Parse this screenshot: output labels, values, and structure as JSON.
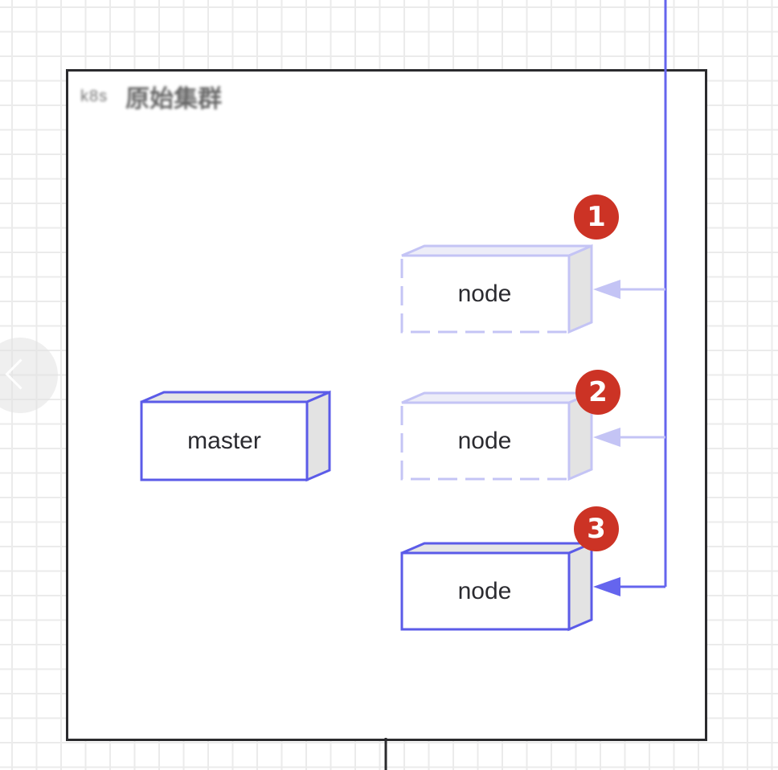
{
  "cluster": {
    "title_prefix": "k8s",
    "title": "原始集群"
  },
  "nodes": {
    "master": {
      "label": "master"
    },
    "node_1": {
      "label": "node",
      "badge": "1",
      "state": "pending"
    },
    "node_2": {
      "label": "node",
      "badge": "2",
      "state": "pending"
    },
    "node_3": {
      "label": "node",
      "badge": "3",
      "state": "active"
    }
  },
  "colors": {
    "node_border": "#5b5be8",
    "node_border_faded": "#c4c4f5",
    "node_side": "#e3e3e3",
    "arrow": "#6565ee",
    "arrow_faded": "#c4c4f5",
    "badge": "#cc3325",
    "frame": "#2b2b2e",
    "grid": "#ebebeb"
  },
  "icons": {
    "nav_prev": "chevron-left-icon"
  }
}
